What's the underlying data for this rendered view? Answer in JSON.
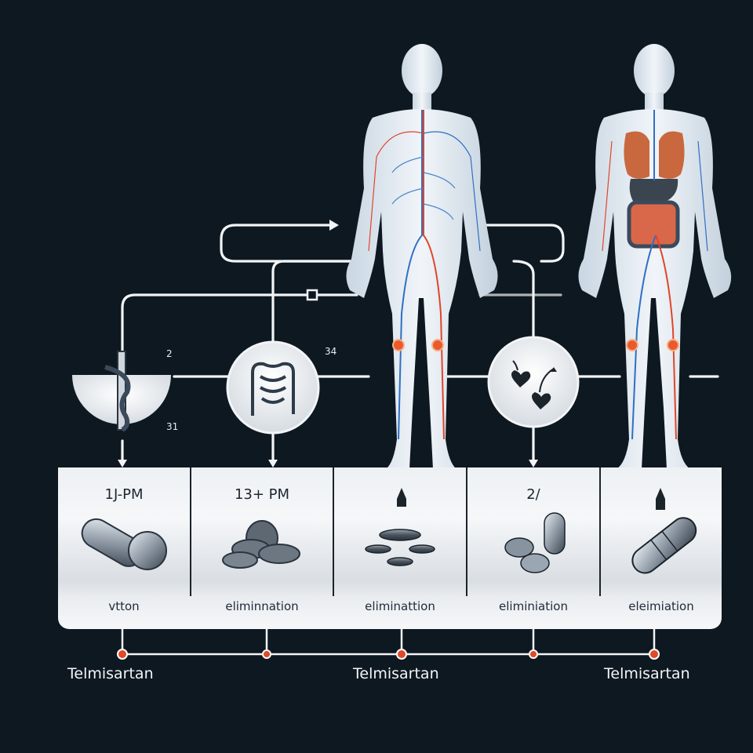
{
  "diagram": {
    "title": "",
    "colors": {
      "background": "#0e1820",
      "connector": "#f2f4f6",
      "artery": "#e0452b",
      "vein": "#2f6fc4",
      "organ_lung": "#c9683f",
      "panel": "#eef1f4",
      "marker": "#e04a2a"
    },
    "figures": [
      {
        "id": "figure-circulatory",
        "description": "human figure with circulatory system"
      },
      {
        "id": "figure-organs",
        "description": "human figure with lungs, stomach, intestines"
      }
    ],
    "nodes": [
      {
        "id": "node-stomach",
        "icon": "stomach-icon",
        "number_above": "2",
        "number_below": "31"
      },
      {
        "id": "node-intestine",
        "icon": "intestine-icon",
        "number_right": "34"
      },
      {
        "id": "node-cherries",
        "icon": "cherries-icon"
      }
    ],
    "panels": [
      {
        "time": "1J-PM",
        "icon": "capsule-tablet-icon",
        "label": "vtton"
      },
      {
        "time": "13+ PM",
        "icon": "pebble-tablets-icon",
        "label": "eliminnation"
      },
      {
        "time": "",
        "icon": "flat-tablets-icon",
        "label": "eliminattion",
        "arrow": "up-arrow-icon"
      },
      {
        "time": "2/",
        "icon": "mixed-pills-icon",
        "label": "eliminiation"
      },
      {
        "time": "",
        "icon": "capsule-icon",
        "label": "eleimiation",
        "arrow": "up-arrow-icon"
      }
    ],
    "timeline": {
      "markers": 5,
      "labels": [
        "Telmisartan",
        "Telmisartan",
        "Telmisartan"
      ]
    }
  }
}
